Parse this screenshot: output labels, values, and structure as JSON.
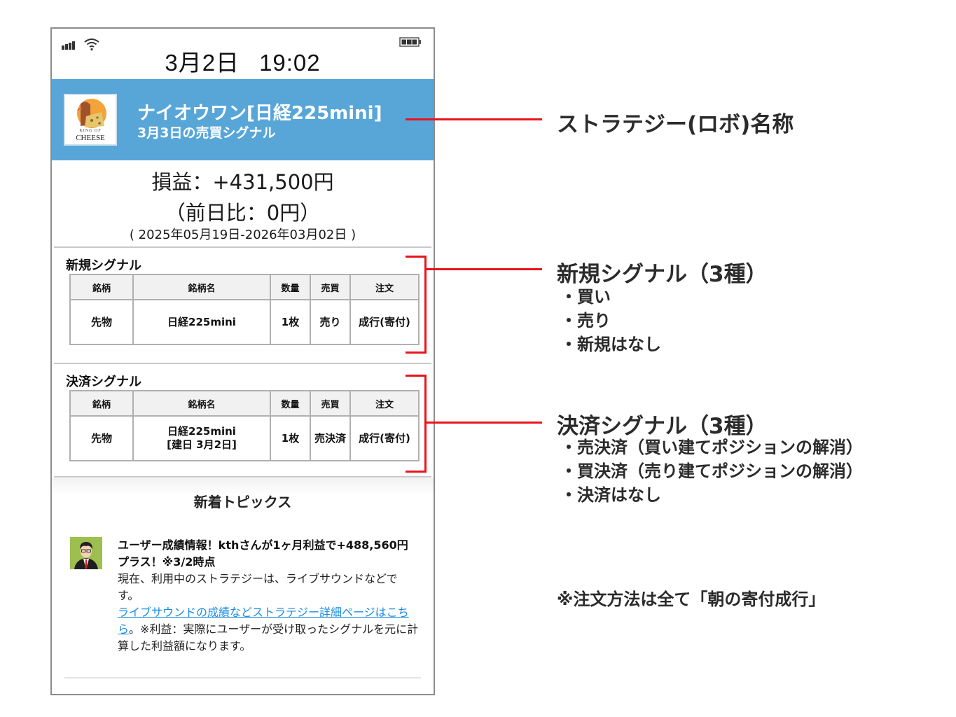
{
  "status_bar": {
    "date": "3月2日",
    "time": "19:02",
    "icons": [
      "signal-icon",
      "wifi-icon",
      "battery-icon"
    ]
  },
  "strategy": {
    "logo_line1": "KING OF",
    "logo_line2": "CHEESE",
    "name": "ナイオウワン[日経225mini]",
    "subtitle": "3月3日の売買シグナル",
    "header_color": "#58a6d8"
  },
  "pnl": {
    "main": "損益：+431,500円",
    "diff": "（前日比：0円）",
    "range": "( 2025年05月19日-2026年03月02日 )"
  },
  "new_signal": {
    "title": "新規シグナル",
    "headers": [
      "銘柄",
      "銘柄名",
      "数量",
      "売買",
      "注文"
    ],
    "row": {
      "symbol": "先物",
      "name": "日経225mini",
      "name_sub": "",
      "qty": "1枚",
      "side": "売り",
      "order": "成行(寄付)"
    }
  },
  "settle_signal": {
    "title": "決済シグナル",
    "headers": [
      "銘柄",
      "銘柄名",
      "数量",
      "売買",
      "注文"
    ],
    "row": {
      "symbol": "先物",
      "name": "日経225mini",
      "name_sub": "[建日 3月2日]",
      "qty": "1枚",
      "side": "売決済",
      "order": "成行(寄付)"
    }
  },
  "topics": {
    "title": "新着トピックス",
    "items": [
      {
        "headline": "ユーザー成績情報！kthさんが1ヶ月利益で+488,560円プラス！※3/2時点",
        "body": "現在、利用中のストラテジーは、ライブサウンドなどです。",
        "link": "ライブサウンドの成績などストラテジー詳細ページはこちら",
        "note": "。※利益：実際にユーザーが受け取ったシグナルを元に計算した利益額になります。"
      }
    ]
  },
  "annotations": {
    "strategy_label": "ストラテジー(ロボ)名称",
    "new_signal": {
      "title": "新規シグナル（3種）",
      "items": [
        "・買い",
        "・売り",
        "・新規はなし"
      ]
    },
    "settle_signal": {
      "title": "決済シグナル（3種）",
      "items": [
        "・売決済（買い建てポジションの解消）",
        "・買決済（売り建てポジションの解消）",
        "・決済はなし"
      ]
    },
    "order_note": "※注文方法は全て「朝の寄付成行」",
    "line_color": "#e8141c"
  }
}
